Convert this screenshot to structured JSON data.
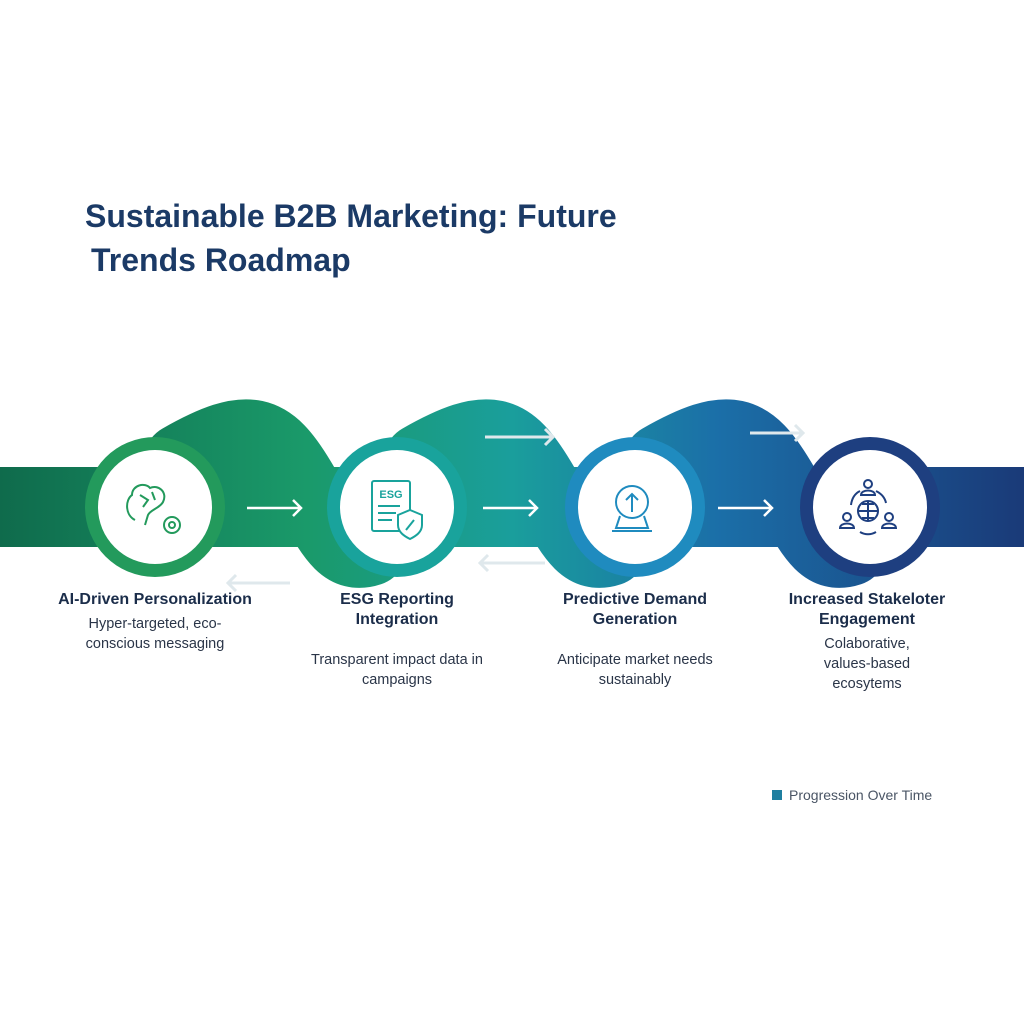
{
  "title": {
    "line1": "Sustainable B2B Marketing: Future",
    "line2": "Trends Roadmap"
  },
  "stages": [
    {
      "title": "AI-Driven Personalization",
      "description": "Hyper-targeted, eco-conscious messaging",
      "icon": "brain-gear-icon",
      "color": "#239a5c"
    },
    {
      "title": "ESG Reporting Integration",
      "description": "Transparent impact data in campaigns",
      "icon": "esg-document-shield-icon",
      "icon_text": "ESG",
      "color": "#19a39c"
    },
    {
      "title": "Predictive Demand Generation",
      "description": "Anticipate market needs sustainably",
      "icon": "crystal-ball-arrow-icon",
      "color": "#1f8bbf"
    },
    {
      "title": "Increased Stakeloter Engagement",
      "description": "Colaborative, values-based ecosytems",
      "icon": "stakeholders-globe-icon",
      "color": "#1e3f80"
    }
  ],
  "legend": {
    "label": "Progression Over Time",
    "color": "#1f7fa0"
  }
}
